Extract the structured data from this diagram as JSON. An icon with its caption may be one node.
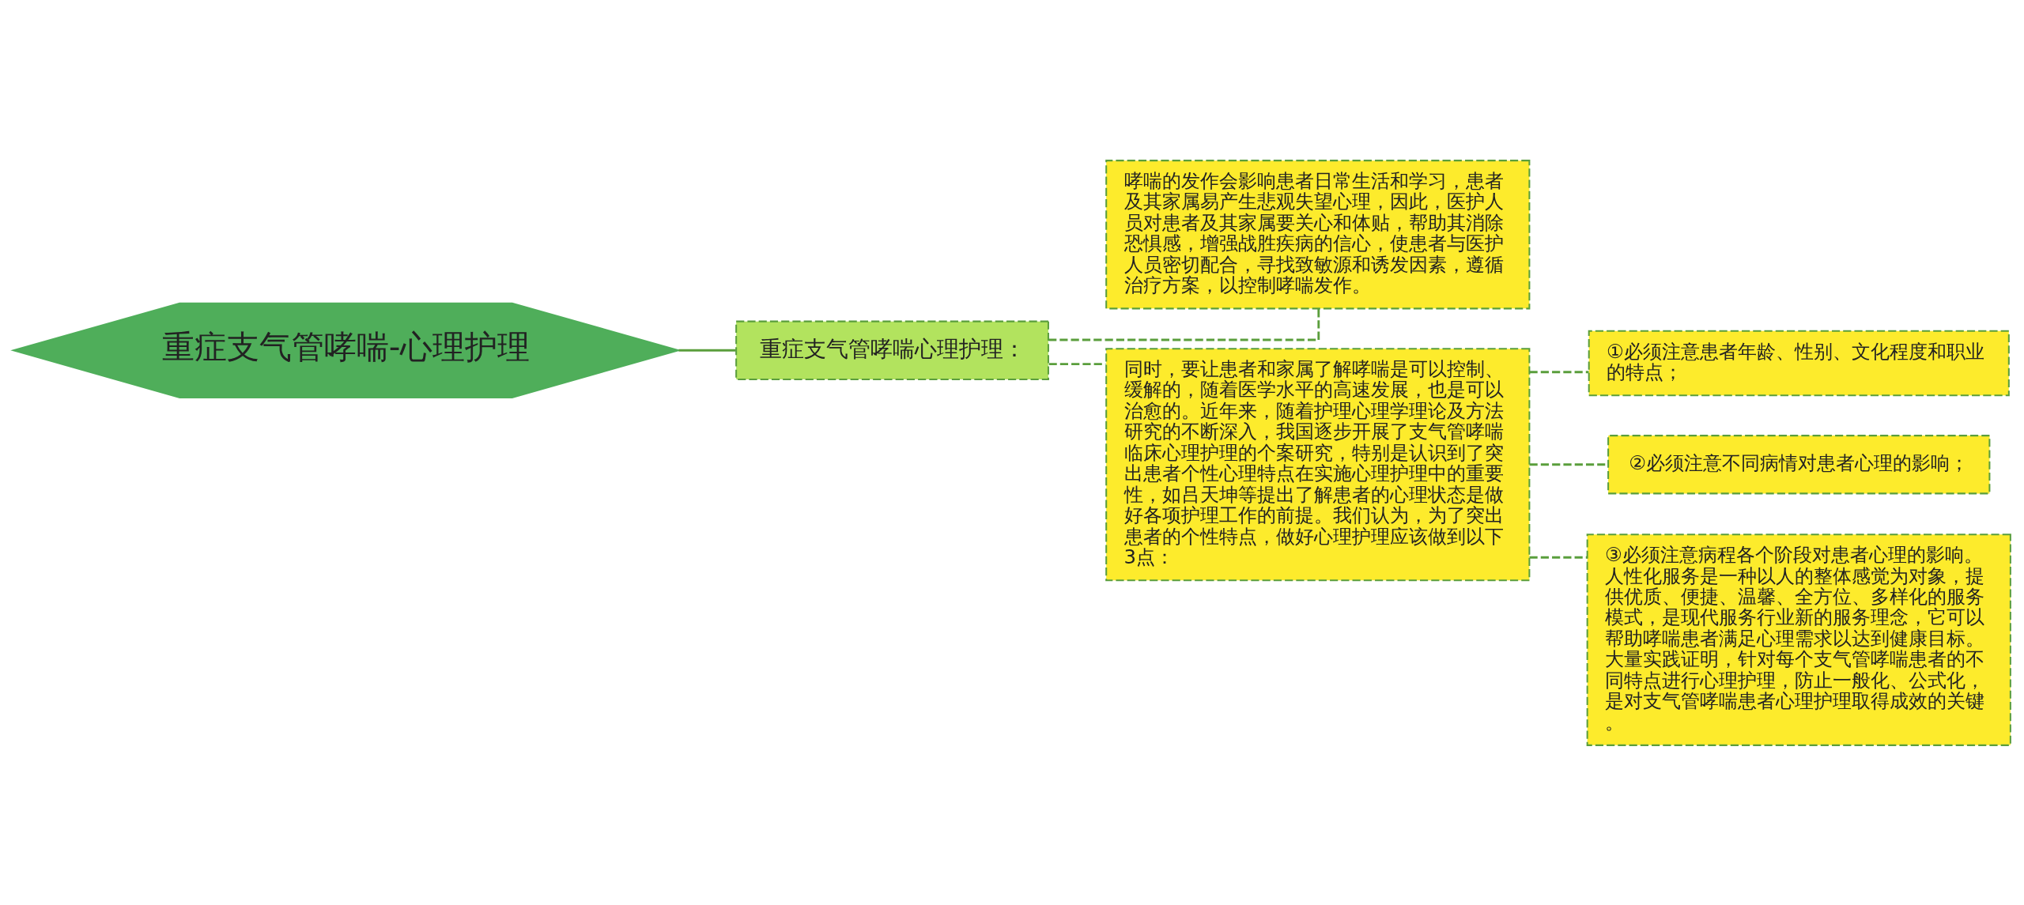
{
  "diagram": {
    "nodes": [
      {
        "text": [
          "重症支气管哮喘-心理护理"
        ]
      },
      {
        "text": [
          "重症支气管哮喘心理护理："
        ]
      },
      {
        "text": [
          "哮喘的发作会影响患者日常生活和学习，患者及其家属易产生悲观失望心理，因此，医护人员对患者及其家属要关心和体贴，帮助其消除恐惧感，增强战胜疾病的信心，使患者与医护人员密切配合，寻找致敏源和诱发因素，遵循治疗方案，以控制哮喘发作。"
        ]
      },
      {
        "text": [
          "同时，要让患者和家属了解哮喘是可以控制、缓解的，随着医学水平的高速发展，也是可以治愈的。近年来，随着护理心理学理论及方法研究的不断深入，我国逐步开展了支气管哮喘临床心理护理的个案研究，特别是认识到了突出患者个性心理特点在实施心理护理中的重要性，如吕天坤等提出了解患者的心理状态是做好各项护理工作的前提。我们认为，为了突出患者的个性特点，做好心理护理应该做到以下3点："
        ]
      },
      {
        "text": [
          "①必须注意患者年龄、性别、文化程度和职业的特点；"
        ]
      },
      {
        "text": [
          "②必须注意不同病情对患者心理的影响；"
        ]
      },
      {
        "text": [
          "③必须注意病程各个阶段对患者心理的影响。人性化服务是一种以人的整体感觉为对象，提供优质、便捷、温馨、全方位、多样化的服务模式，是现代服务行业新的服务理念，它可以帮助哮喘患者满足心理需求以达到健康目标。大量实践证明，针对每个支气管哮喘患者的不同特点进行心理护理，防止一般化、公式化，是对支气管哮喘患者心理护理取得成效的关键。"
        ]
      }
    ],
    "edges": [
      {
        "from": 0,
        "to": 1,
        "arrow": "none"
      },
      {
        "from": 1,
        "to": 2,
        "arrow": "none",
        "style": "dashed"
      },
      {
        "from": 1,
        "to": 3,
        "arrow": "none",
        "style": "dashed"
      },
      {
        "from": 3,
        "to": 4,
        "arrow": "none",
        "style": "dashed"
      },
      {
        "from": 3,
        "to": 5,
        "arrow": "none",
        "style": "dashed"
      },
      {
        "from": 3,
        "to": 6,
        "arrow": "none",
        "style": "dashed"
      }
    ]
  }
}
